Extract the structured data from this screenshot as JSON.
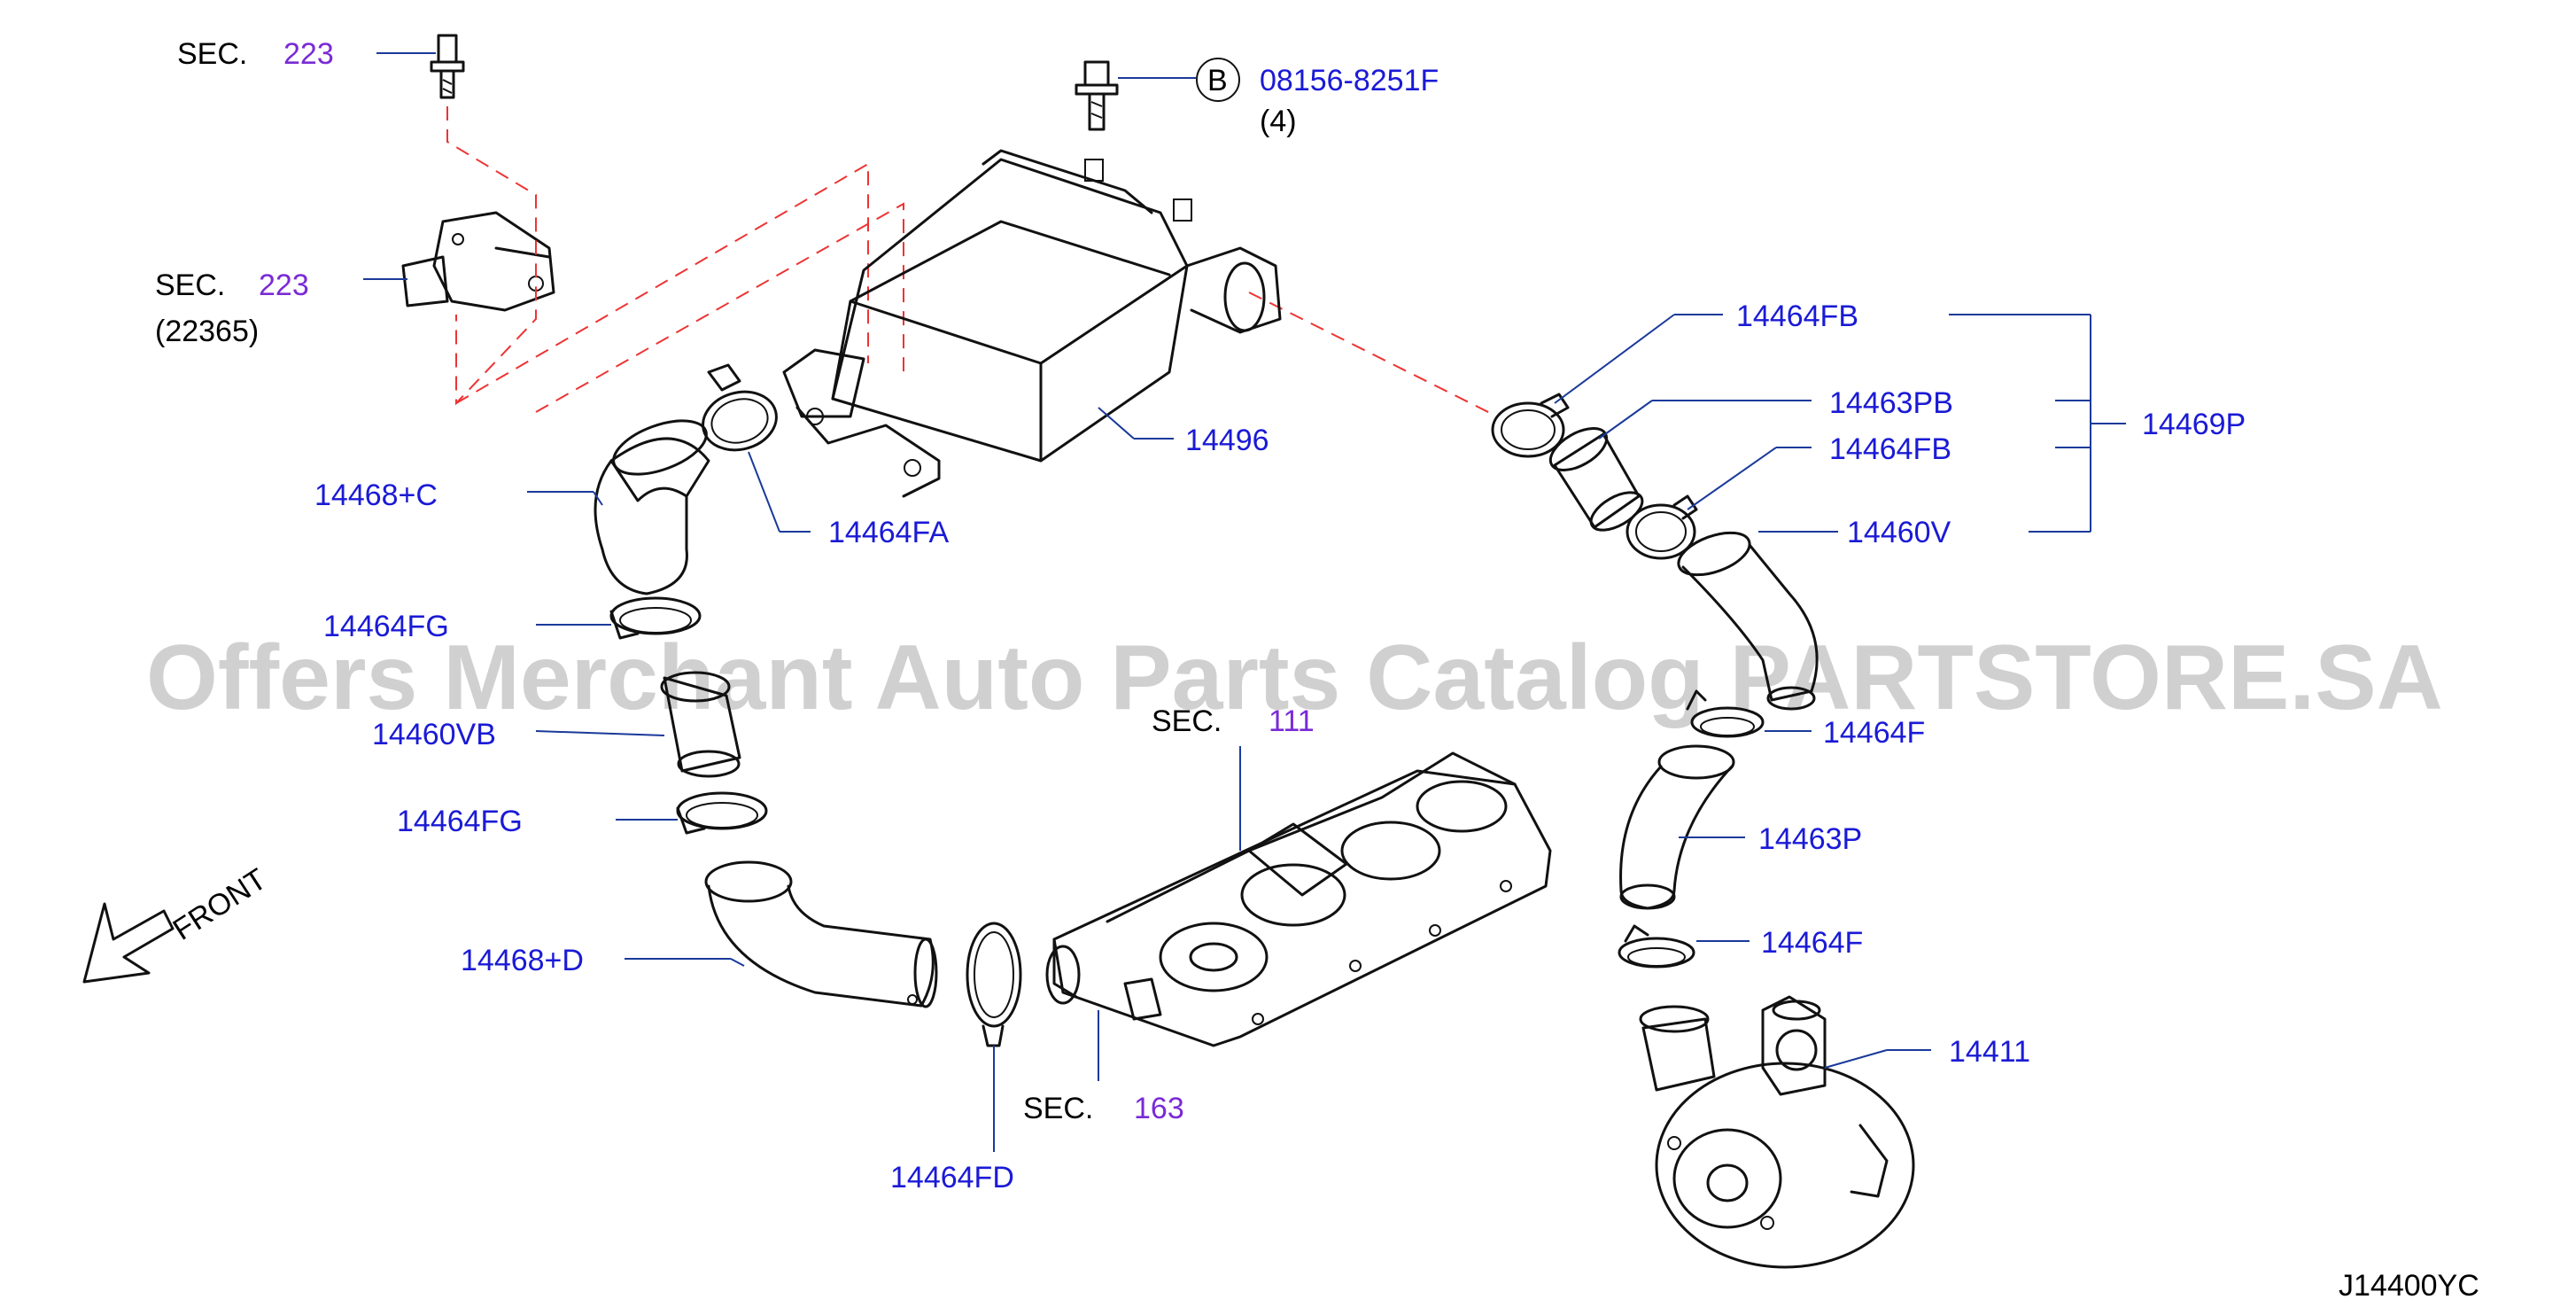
{
  "diagram": {
    "code": "J14400YC",
    "front_label": "FRONT",
    "watermark": "Offers Merchant Auto Parts Catalog PARTSTORE.SA",
    "sections": [
      {
        "prefix": "SEC.",
        "number": "223"
      },
      {
        "prefix": "SEC.",
        "number": "223",
        "note": "(22365)"
      },
      {
        "prefix": "SEC.",
        "number": "111"
      },
      {
        "prefix": "SEC.",
        "number": "163"
      }
    ],
    "bolt": {
      "circle": "B",
      "part": "08156-8251F",
      "qty": "(4)"
    },
    "labels": {
      "p14496": "14496",
      "p14468C": "14468+C",
      "p14464FA": "14464FA",
      "p14464FG_top": "14464FG",
      "p14460VB": "14460VB",
      "p14464FG_bot": "14464FG",
      "p14468D": "14468+D",
      "p14464FD": "14464FD",
      "p14464FB_top": "14464FB",
      "p14463PB": "14463PB",
      "p14464FB_mid": "14464FB",
      "p14460V": "14460V",
      "p14469P": "14469P",
      "p14464F_top": "14464F",
      "p14463P": "14463P",
      "p14464F_bot": "14464F",
      "p14411": "14411"
    }
  }
}
